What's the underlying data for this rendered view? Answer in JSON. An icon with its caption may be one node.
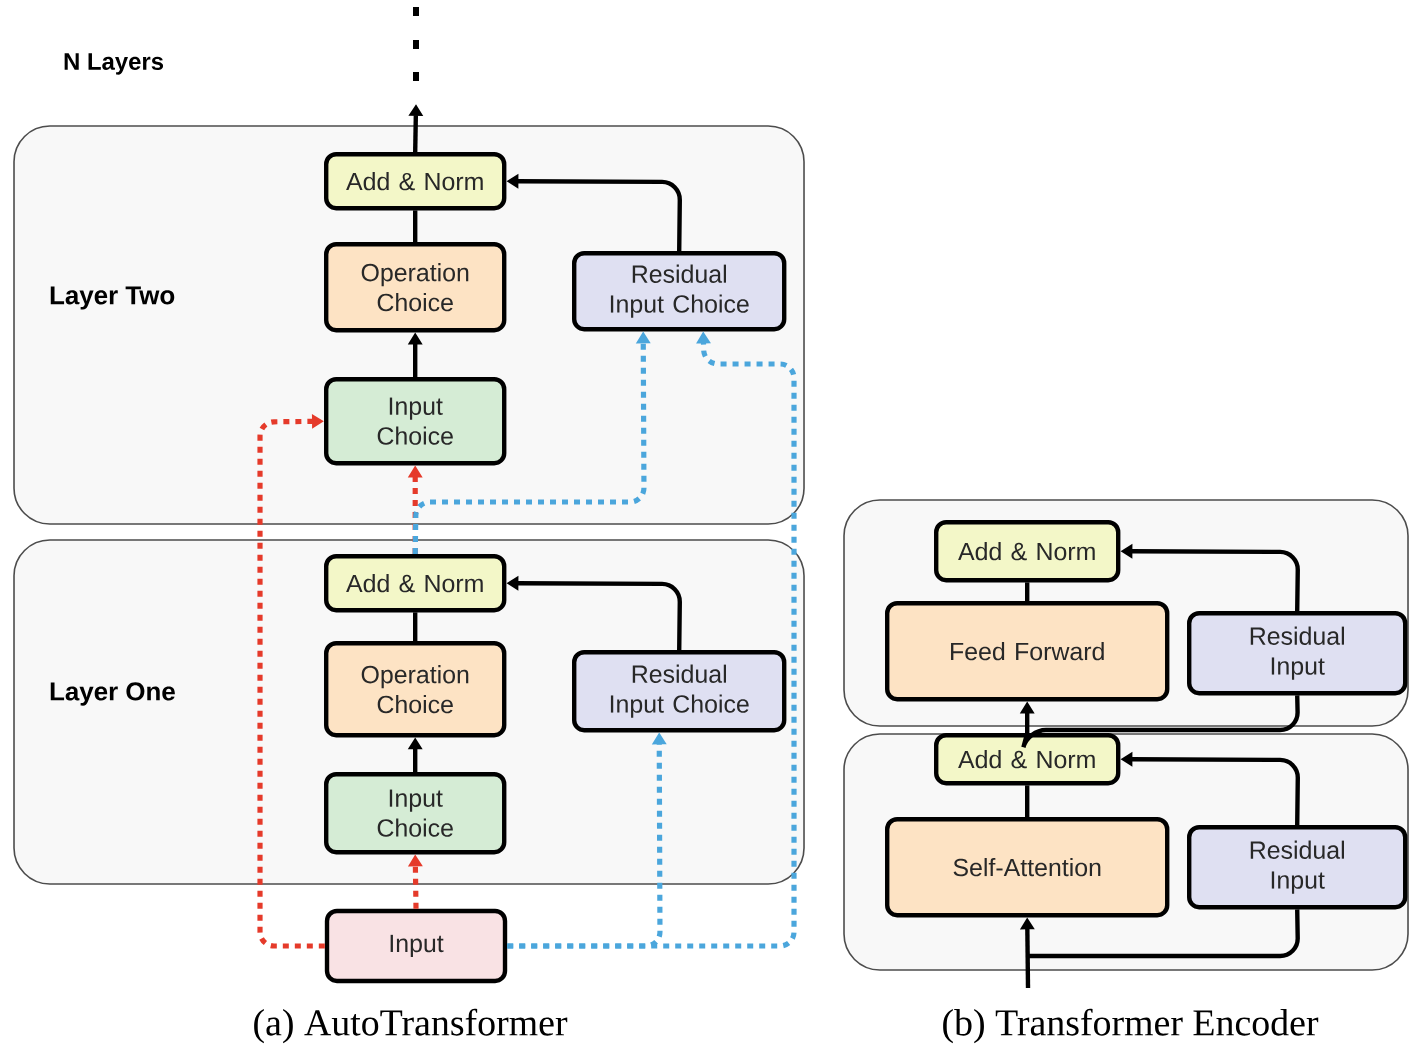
{
  "diagram": {
    "nodes": [
      {
        "text": [
          "Layer Two"
        ]
      },
      {
        "text": [
          "Add & Norm"
        ],
        "in": 0
      },
      {
        "text": [
          "Operation Choice"
        ],
        "in": 0
      },
      {
        "text": [
          "Residual Input Choice"
        ],
        "in": 0
      },
      {
        "text": [
          "Input Choice"
        ],
        "in": 0
      },
      {
        "text": [
          "Layer One"
        ]
      },
      {
        "text": [
          "Add & Norm"
        ],
        "in": 5
      },
      {
        "text": [
          "Operation Choice"
        ],
        "in": 5
      },
      {
        "text": [
          "Residual Input Choice"
        ],
        "in": 5
      },
      {
        "text": [
          "Input Choice"
        ],
        "in": 5
      },
      {
        "text": [
          "Input"
        ]
      },
      {
        "text": [],
        "shape": "box"
      },
      {
        "text": [
          "Add & Norm"
        ],
        "in": 11
      },
      {
        "text": [
          "Feed Forward"
        ],
        "in": 11
      },
      {
        "text": [
          "Residual Input"
        ],
        "in": 11
      },
      {
        "text": [],
        "shape": "box"
      },
      {
        "text": [
          "Add & Norm"
        ],
        "in": 15
      },
      {
        "text": [
          "Self-Attention"
        ],
        "in": 15
      },
      {
        "text": [
          "Residual Input"
        ],
        "in": 15
      }
    ],
    "edges": [
      {
        "from": 1,
        "to": null,
        "arrow": "to"
      },
      {
        "from": 2,
        "to": 1,
        "arrow": "none"
      },
      {
        "from": 3,
        "to": 1,
        "arrow": "to"
      },
      {
        "from": 4,
        "to": 2,
        "arrow": "to"
      },
      {
        "from": 6,
        "to": 4,
        "arrow": "to",
        "style": "dashed",
        "color": "#e53a2a"
      },
      {
        "from": 6,
        "to": 3,
        "arrow": "to",
        "style": "dashed",
        "color": "#4ba6dc"
      },
      {
        "from": 10,
        "to": 4,
        "arrow": "to",
        "style": "dashed",
        "color": "#e53a2a"
      },
      {
        "from": 10,
        "to": 3,
        "arrow": "to",
        "style": "dashed",
        "color": "#4ba6dc"
      },
      {
        "from": 7,
        "to": 6,
        "arrow": "none"
      },
      {
        "from": 8,
        "to": 6,
        "arrow": "to"
      },
      {
        "from": 9,
        "to": 7,
        "arrow": "to"
      },
      {
        "from": 10,
        "to": 8,
        "arrow": "to",
        "style": "dashed",
        "color": "#4ba6dc"
      },
      {
        "from": 10,
        "to": 9,
        "arrow": "to",
        "style": "dashed",
        "color": "#e53a2a"
      },
      {
        "from": 13,
        "to": 12,
        "arrow": "none"
      },
      {
        "from": 14,
        "to": 12,
        "arrow": "to"
      },
      {
        "from": 16,
        "to": 13,
        "arrow": "to"
      },
      {
        "from": 16,
        "to": 14,
        "arrow": "none"
      },
      {
        "from": 17,
        "to": 16,
        "arrow": "none"
      },
      {
        "from": 18,
        "to": 16,
        "arrow": "to"
      },
      {
        "from": null,
        "to": 17,
        "arrow": "to"
      },
      {
        "from": null,
        "to": 18,
        "arrow": "none"
      }
    ],
    "labels": [
      "N Layers",
      "(a) AutoTransformer",
      "(b) Transformer Encoder"
    ]
  }
}
